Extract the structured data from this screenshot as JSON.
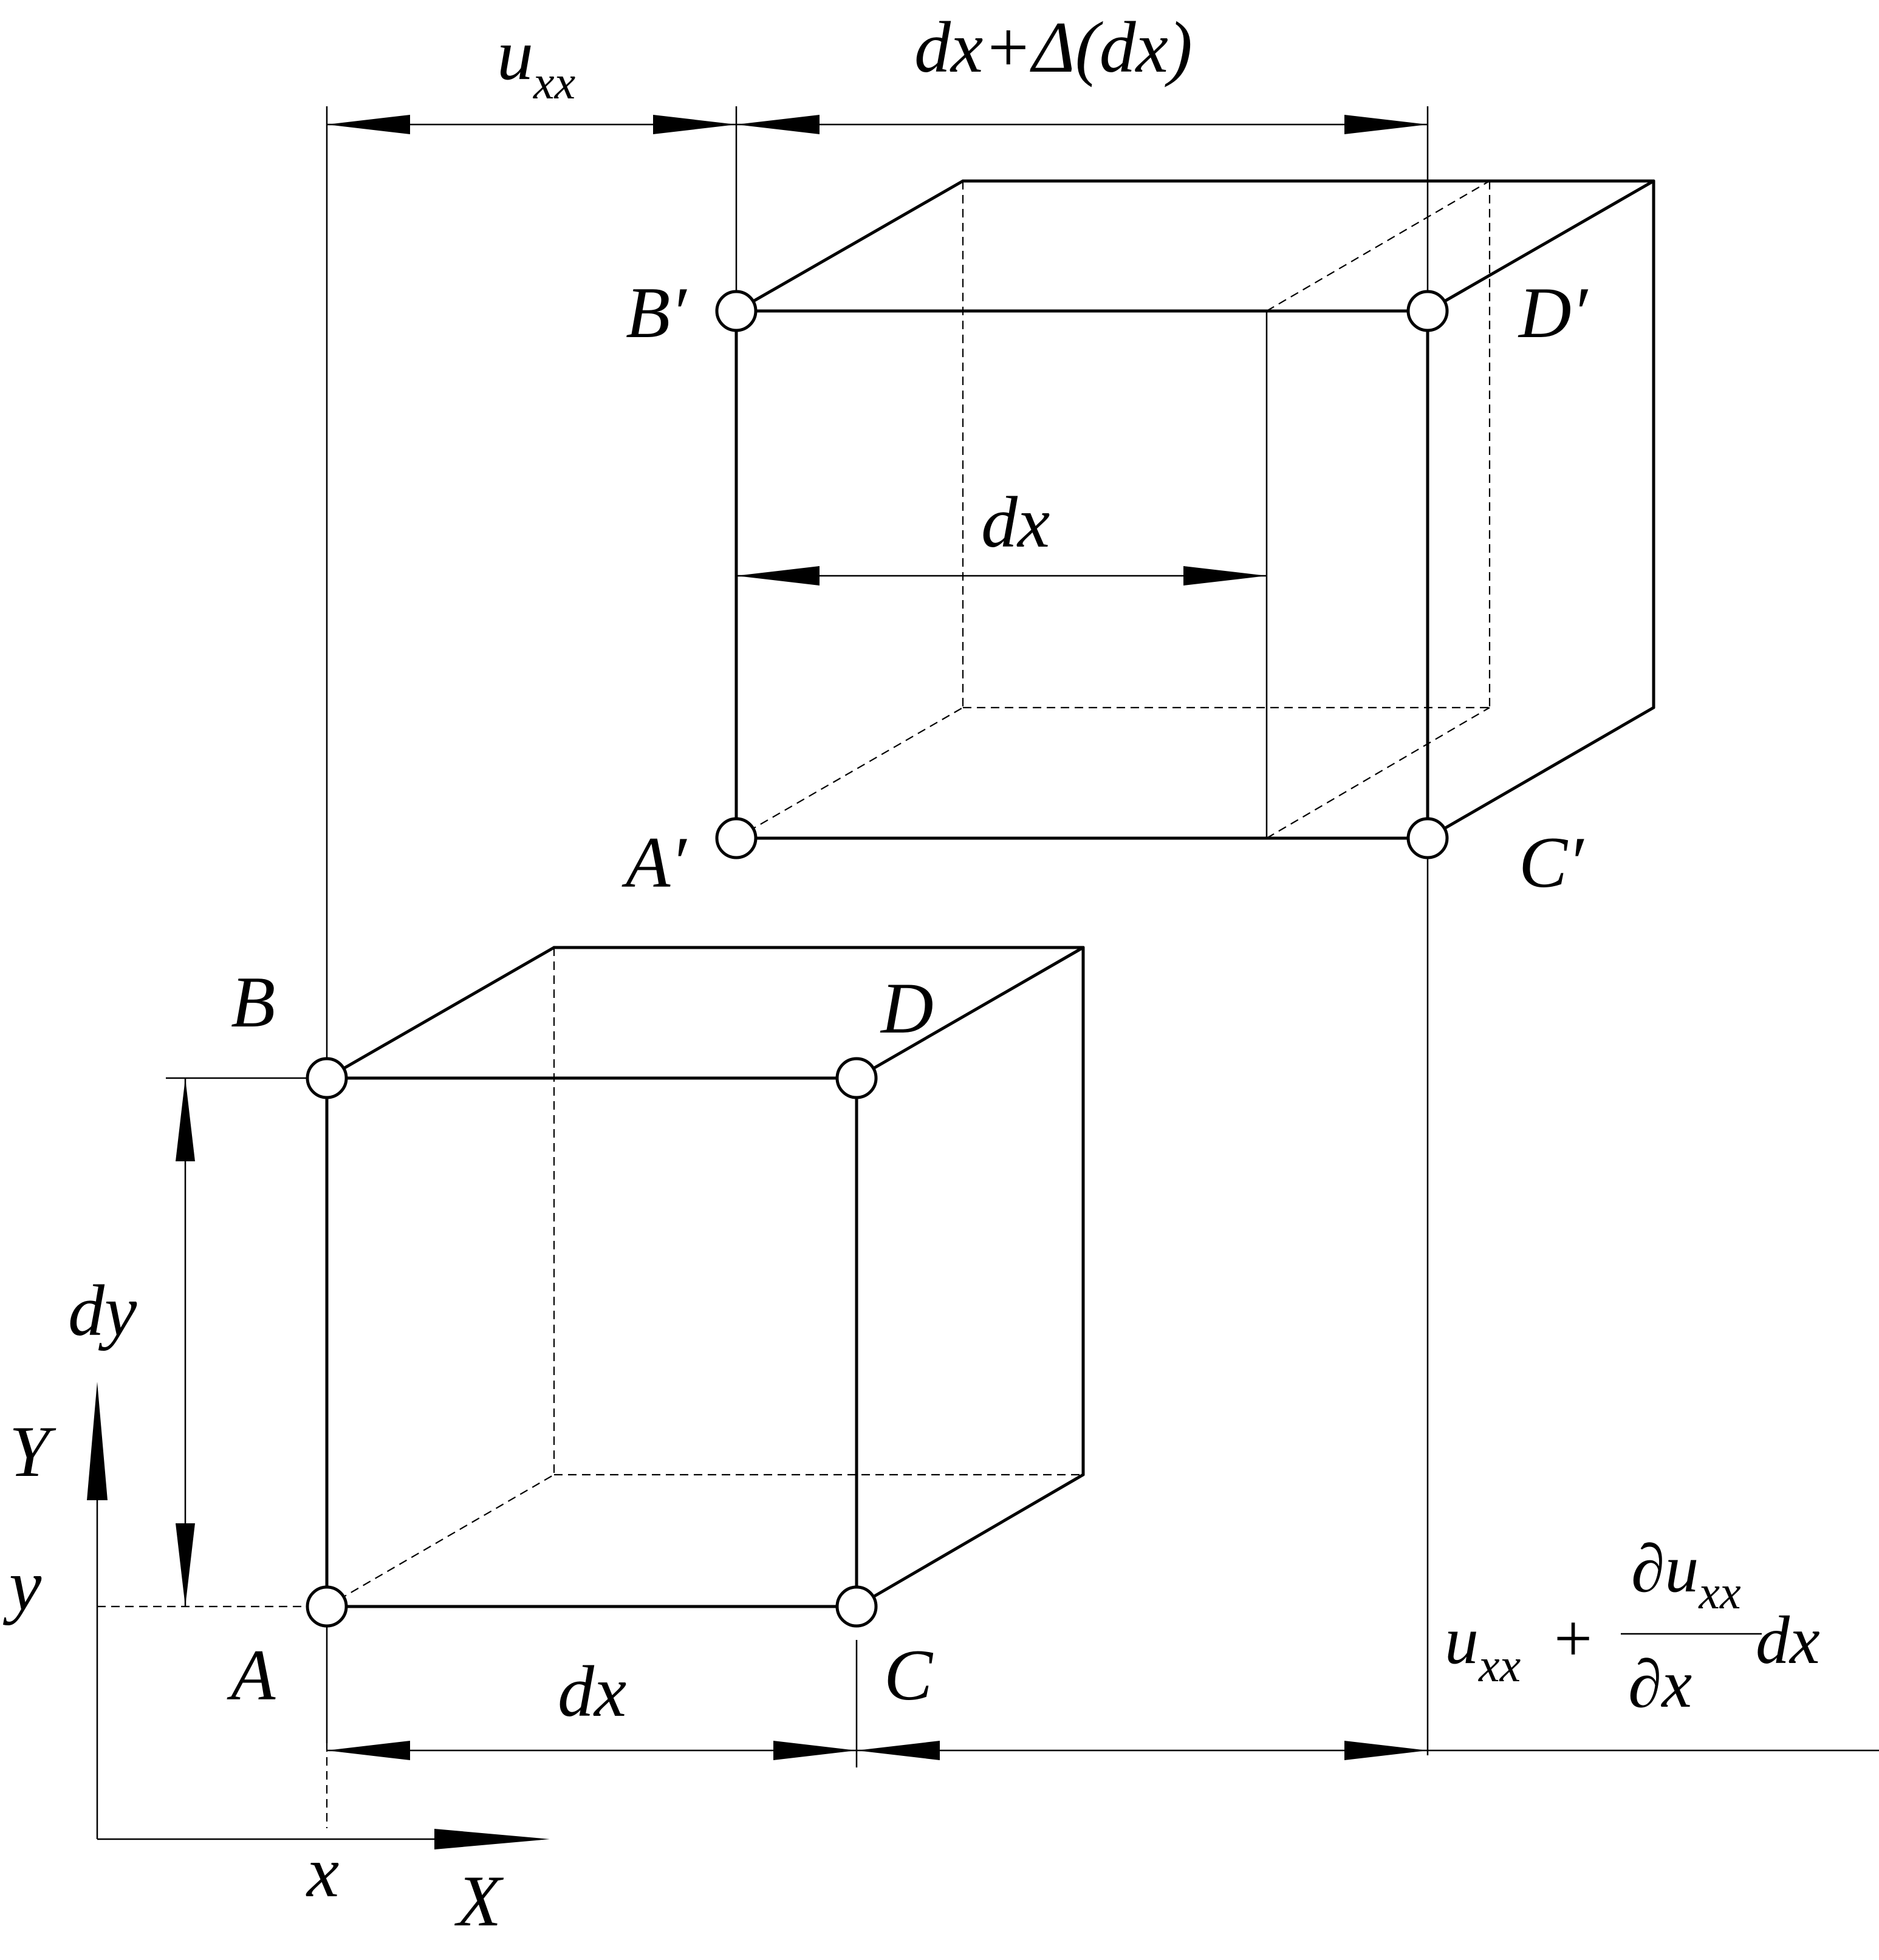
{
  "dimensions": {
    "top_left": "u",
    "top_left_sub": "xx",
    "top_right": "dx+Δ(dx)",
    "inner": "dx",
    "left_height": "dy",
    "bottom": "dx"
  },
  "points": {
    "A": "A",
    "B": "B",
    "C": "C",
    "D": "D",
    "A_prime": "A′",
    "B_prime": "B′",
    "C_prime": "C′",
    "D_prime": "D′"
  },
  "axes": {
    "X": "X",
    "Y": "Y",
    "x": "x",
    "y": "y"
  },
  "formula": {
    "u": "u",
    "u_sub": "xx",
    "plus": "+",
    "numer_d": "∂u",
    "numer_sub": "xx",
    "denom": "∂x",
    "dx": "dx"
  }
}
